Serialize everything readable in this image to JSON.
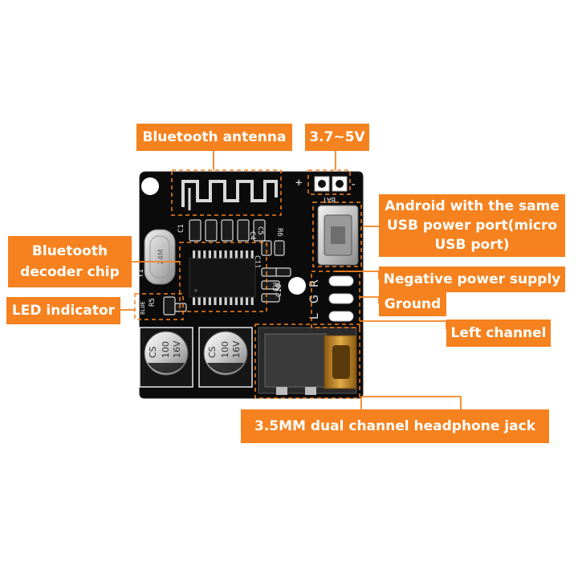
{
  "labels": {
    "antenna": "Bluetooth antenna",
    "voltage": "3.7~5V",
    "usb_line1": "Android with the same",
    "usb_line2": "USB power port(micro",
    "usb_line3": "USB port)",
    "decoder_line1": "Bluetooth",
    "decoder_line2": "decoder chip",
    "led": "LED indicator",
    "negative": "Negative power supply",
    "ground": "Ground",
    "left": "Left channel",
    "jack": "3.5MM dual channel headphone jack"
  },
  "silkscreen": {
    "plus": "+",
    "minus": "-",
    "bat": "BAT",
    "c4": "C4",
    "c5": "C5",
    "r6": "R6",
    "c11": "C11",
    "c1": "C1",
    "y1": "Y1",
    "blue": "BLUE",
    "r5": "R5",
    "r3": "R3",
    "c10": "C10",
    "l": "L",
    "g": "G",
    "r": "R",
    "cap_cs": "CS",
    "cap_100": "100",
    "cap_16v": "16V",
    "crystal": "24M"
  },
  "colors": {
    "callout": "#f5821f",
    "leader": "#f5821f",
    "board": "#0b0b0b",
    "silk": "#e8e8e8",
    "gold": "#c8922e"
  }
}
